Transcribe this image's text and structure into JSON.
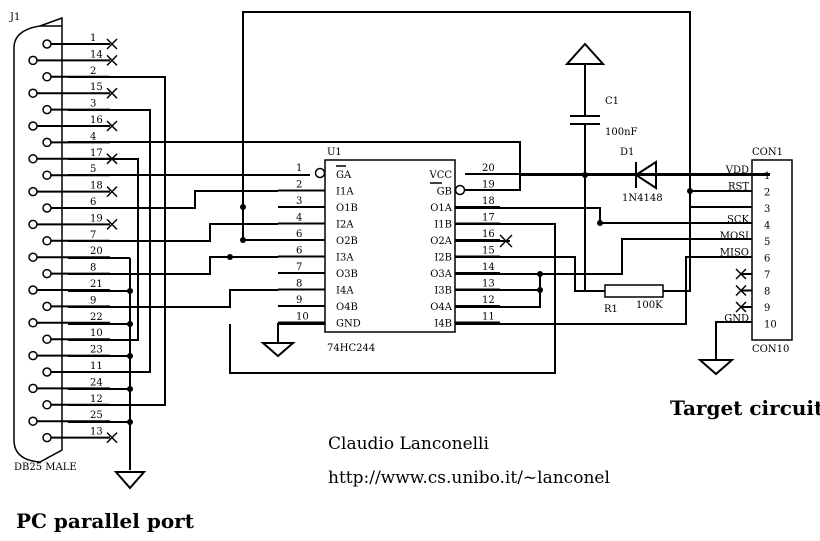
{
  "connector_j1": {
    "ref": "J1",
    "type": "DB25 MALE",
    "pins": [
      {
        "num": "1",
        "nc": true
      },
      {
        "num": "14",
        "nc": true
      },
      {
        "num": "2",
        "nc": false
      },
      {
        "num": "15",
        "nc": true
      },
      {
        "num": "3",
        "nc": false
      },
      {
        "num": "16",
        "nc": true
      },
      {
        "num": "4",
        "nc": false
      },
      {
        "num": "17",
        "nc": true
      },
      {
        "num": "5",
        "nc": false
      },
      {
        "num": "18",
        "nc": true
      },
      {
        "num": "6",
        "nc": false
      },
      {
        "num": "19",
        "nc": true
      },
      {
        "num": "7",
        "nc": false
      },
      {
        "num": "20",
        "nc": false
      },
      {
        "num": "8",
        "nc": false
      },
      {
        "num": "21",
        "nc": false
      },
      {
        "num": "9",
        "nc": false
      },
      {
        "num": "22",
        "nc": false
      },
      {
        "num": "10",
        "nc": false
      },
      {
        "num": "23",
        "nc": false
      },
      {
        "num": "11",
        "nc": false
      },
      {
        "num": "24",
        "nc": false
      },
      {
        "num": "12",
        "nc": false
      },
      {
        "num": "25",
        "nc": false
      },
      {
        "num": "13",
        "nc": true
      }
    ]
  },
  "ic_u1": {
    "ref": "U1",
    "part": "74HC244",
    "left_pins": [
      {
        "num": "1",
        "name": "GA"
      },
      {
        "num": "2",
        "name": "I1A"
      },
      {
        "num": "3",
        "name": "O1B"
      },
      {
        "num": "4",
        "name": "I2A"
      },
      {
        "num": "6",
        "name": "O2B"
      },
      {
        "num": "6",
        "name": "I3A"
      },
      {
        "num": "7",
        "name": "O3B"
      },
      {
        "num": "8",
        "name": "I4A"
      },
      {
        "num": "9",
        "name": "O4B"
      },
      {
        "num": "10",
        "name": "GND"
      }
    ],
    "right_pins": [
      {
        "num": "20",
        "name": "VCC"
      },
      {
        "num": "19",
        "name": "GB"
      },
      {
        "num": "18",
        "name": "O1A"
      },
      {
        "num": "17",
        "name": "I1B"
      },
      {
        "num": "16",
        "name": "O2A"
      },
      {
        "num": "15",
        "name": "I2B"
      },
      {
        "num": "14",
        "name": "O3A"
      },
      {
        "num": "13",
        "name": "I3B"
      },
      {
        "num": "12",
        "name": "O4A"
      },
      {
        "num": "11",
        "name": "I4B"
      }
    ]
  },
  "capacitor_c1": {
    "ref": "C1",
    "value": "100nF"
  },
  "diode_d1": {
    "ref": "D1",
    "part": "1N4148"
  },
  "resistor_r1": {
    "ref": "R1",
    "value": "100K"
  },
  "connector_con1": {
    "ref": "CON1",
    "ref_bottom": "CON10",
    "pins": [
      {
        "num": "1",
        "name": "VDD"
      },
      {
        "num": "2",
        "name": "RST"
      },
      {
        "num": "3",
        "name": ""
      },
      {
        "num": "4",
        "name": "SCK"
      },
      {
        "num": "5",
        "name": "MOSI"
      },
      {
        "num": "6",
        "name": "MISO"
      },
      {
        "num": "7",
        "name": ""
      },
      {
        "num": "8",
        "name": ""
      },
      {
        "num": "9",
        "name": ""
      },
      {
        "num": "10",
        "name": "GND"
      }
    ]
  },
  "author": "Claudio Lanconelli",
  "url": "http://www.cs.unibo.it/~lanconel",
  "title_left": "PC parallel port",
  "title_right": "Target circuit"
}
